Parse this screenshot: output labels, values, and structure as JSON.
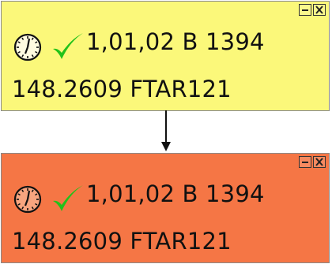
{
  "nodes": [
    {
      "color": "#fbf87a",
      "line1": "1,01,02 B 1394",
      "line2": "148.2609  FTAR121",
      "icons": [
        "clock-icon",
        "checkmark-icon"
      ],
      "controls": [
        "minimize-icon",
        "close-icon"
      ]
    },
    {
      "color": "#f57645",
      "line1": "1,01,02 B 1394",
      "line2": "148.2609  FTAR121",
      "icons": [
        "clock-icon",
        "checkmark-icon"
      ],
      "controls": [
        "minimize-icon",
        "close-icon"
      ]
    }
  ],
  "connector": {
    "icon": "arrow-down-icon",
    "color": "#111111"
  }
}
